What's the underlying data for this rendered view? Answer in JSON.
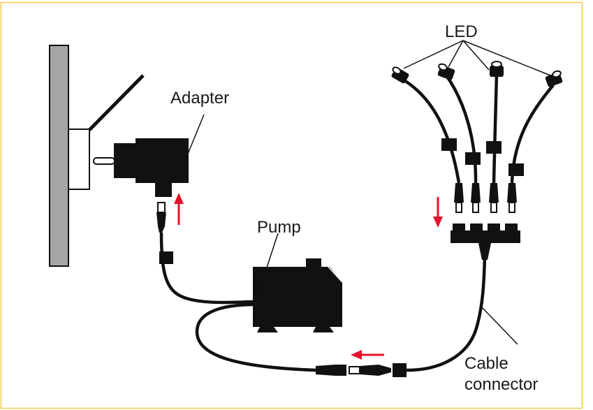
{
  "labels": {
    "adapter": "Adapter",
    "pump": "Pump",
    "led": "LED",
    "cable_connector_line1": "Cable",
    "cable_connector_line2": "connector"
  },
  "colors": {
    "border": "#f2c94c",
    "arrow": "#e3132b",
    "device": "#111111",
    "wall": "#a6a6a6",
    "line": "#111111"
  }
}
